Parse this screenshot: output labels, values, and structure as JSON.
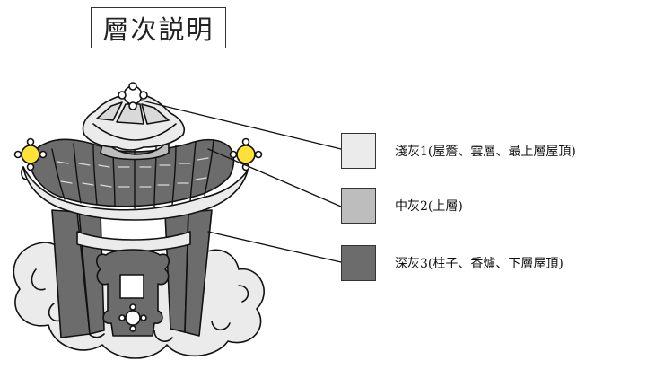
{
  "title": "層次説明",
  "legend": [
    {
      "label": "淺灰1(屋簷、雲層、最上層屋頂)",
      "color": "#ebebeb"
    },
    {
      "label": "中灰2(上層)",
      "color": "#bdbdbd"
    },
    {
      "label": "深灰3(柱子、香爐、下層屋頂)",
      "color": "#6c6c6c"
    }
  ],
  "colors": {
    "outline": "#111111",
    "light": "#ebebeb",
    "mid": "#bdbdbd",
    "dark": "#6c6c6c",
    "pearl": "#ffffff",
    "glow": "#ffe13a"
  }
}
